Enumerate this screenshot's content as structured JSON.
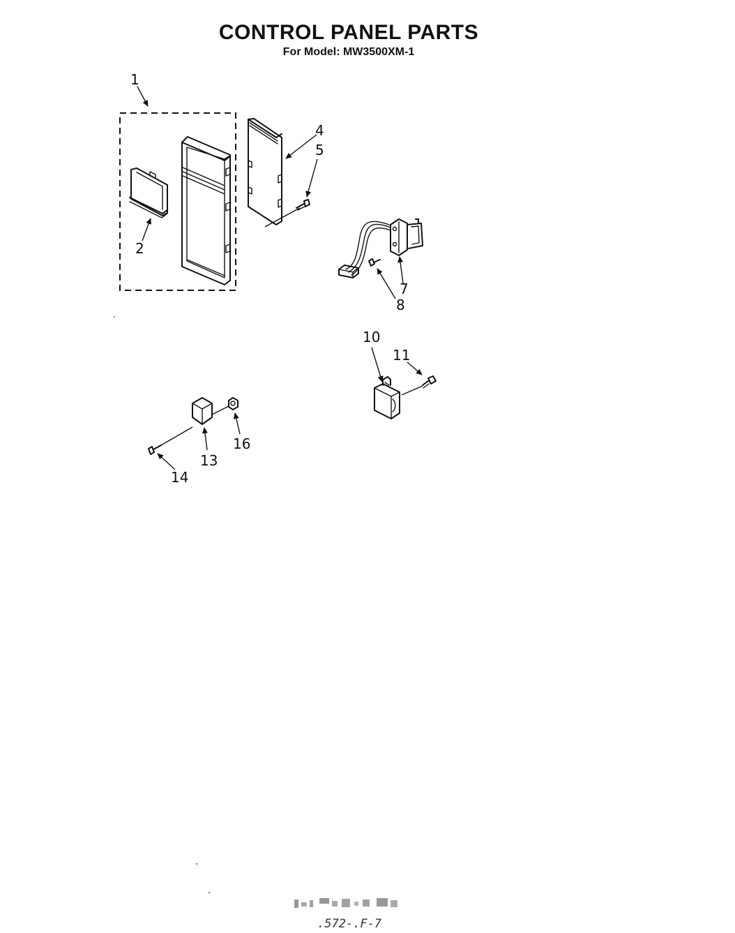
{
  "title": "CONTROL PANEL PARTS",
  "subtitle": "For Model: MW3500XM-1",
  "callouts": {
    "c1": "1",
    "c2": "2",
    "c4": "4",
    "c5": "5",
    "c7": "7",
    "c8": "8",
    "c10": "10",
    "c11": "11",
    "c13": "13",
    "c14": "14",
    "c16": "16"
  },
  "footer": {
    "code": ".572-.F-7"
  }
}
